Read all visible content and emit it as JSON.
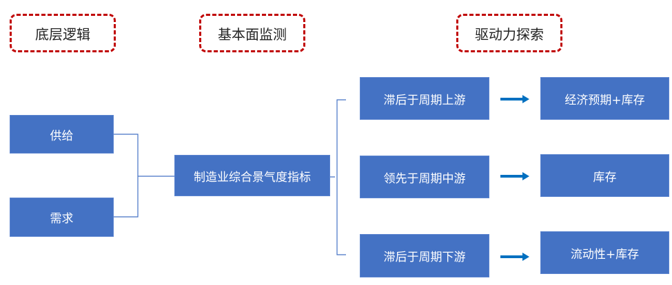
{
  "headers": [
    "底层逻辑",
    "基本面监测",
    "驱动力探索"
  ],
  "inputs": [
    "供给",
    "需求"
  ],
  "center": "制造业综合景气度指标",
  "rows": [
    {
      "stage": "滞后于周期上游",
      "driver": "经济预期+库存"
    },
    {
      "stage": "领先于周期中游",
      "driver": "库存"
    },
    {
      "stage": "滞后于周期下游",
      "driver": "流动性+库存"
    }
  ],
  "colors": {
    "box": "#4472c4",
    "header_border": "#c00000",
    "arrow": "#0070c0",
    "connector": "#4472c4"
  }
}
